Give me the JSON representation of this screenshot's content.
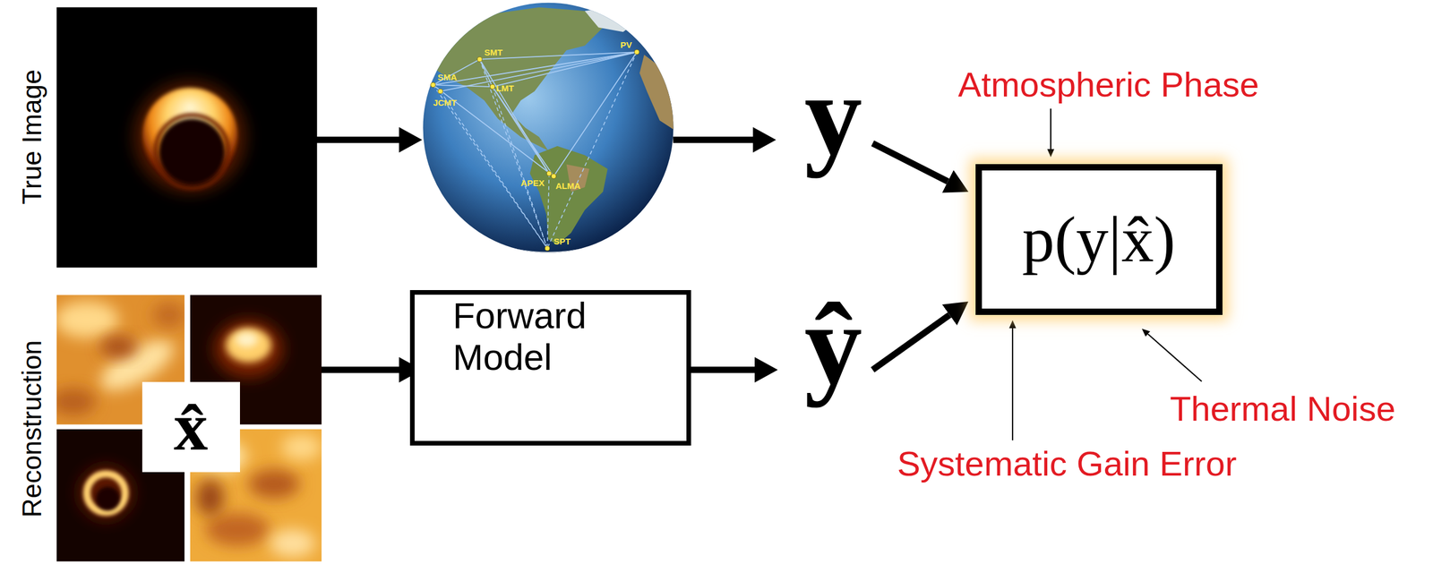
{
  "diagram": {
    "nodes": [
      {
        "text": [
          "x̂"
        ]
      },
      {
        "text": [
          "Forward Model"
        ]
      },
      {
        "text": [
          "p(y|x̂)"
        ]
      }
    ],
    "labels": [
      "True Image",
      "Reconstruction",
      "SMT",
      "PV",
      "SMA",
      "JCMT",
      "LMT",
      "APEX",
      "ALMA",
      "SPT",
      "y",
      "ŷ",
      "Atmospheric Phase",
      "Thermal Noise",
      "Systematic Gain Error"
    ]
  }
}
